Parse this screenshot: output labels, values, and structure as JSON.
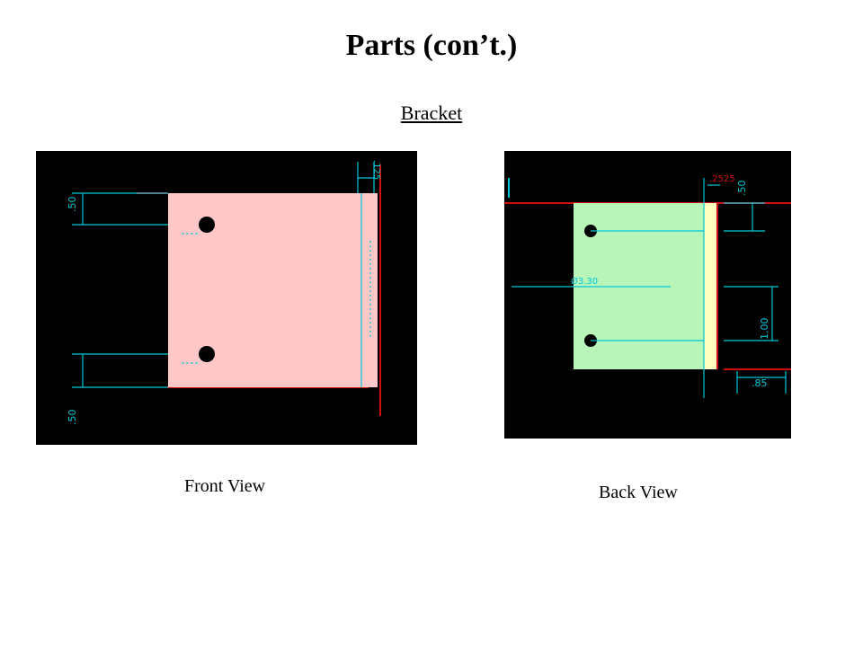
{
  "slide": {
    "title": "Parts (con’t.)",
    "subtitle": "Bracket"
  },
  "front_view": {
    "caption": "Front View",
    "fill_color": "#ffc8c8",
    "dimensions": {
      "top_offset": ".50",
      "bottom_offset": ".50",
      "edge_thickness": ".125"
    }
  },
  "back_view": {
    "caption": "Back View",
    "fill_color": "#b8f5b8",
    "edge_color": "#ffffc0",
    "dimensions": {
      "flange_width": ".2525",
      "top_offset": ".50",
      "hole_spacing": "1.00",
      "overall_depth": ".85",
      "hole_dia": "Ø3.30"
    }
  },
  "colors": {
    "dimension_line": "#00c8d8",
    "outline_red": "#d01010"
  }
}
